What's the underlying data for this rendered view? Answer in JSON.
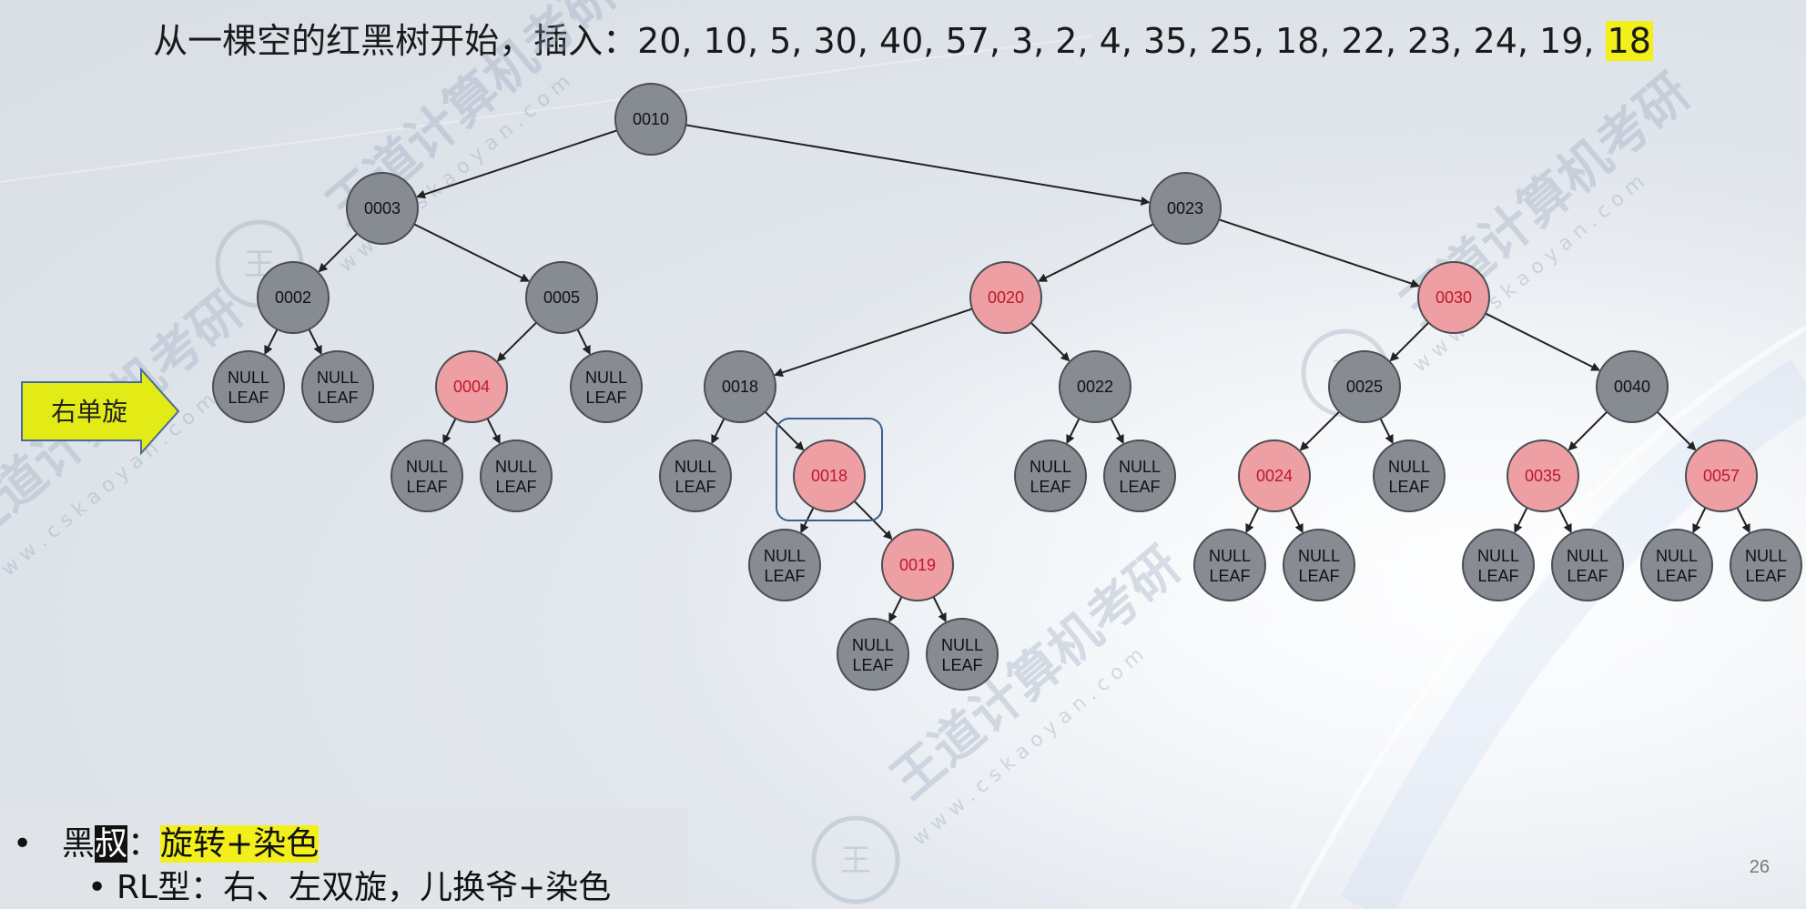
{
  "title": {
    "prefix": "从一棵空的红黑树开始，插入：20, 10, 5, 30, 40, 57, 3, 2, 4, 35, 25, 18, 22, 23, 24, 19, ",
    "highlight": "18"
  },
  "arrow_label": "右单旋",
  "bullets": {
    "b1_prefix": "黑",
    "b1_inverse": "叔",
    "b1_colon": "：",
    "b1_highlight": "旋转+染色",
    "b2_text": "RL型：右、左双旋，儿换爷+染色"
  },
  "page_number": "26",
  "watermark": {
    "brand": "王道计算机考研",
    "url": "w w w . c s k a o y a n . c o m"
  },
  "colors": {
    "black_node": "#878b92",
    "red_node": "#ee9fa3",
    "red_text": "#c0162a",
    "arrow_box": "#e3eb17",
    "highlight": "#f2ef1b",
    "selection": "#3a5f8a"
  },
  "tree": {
    "null_leaf_label": [
      "NULL",
      "LEAF"
    ],
    "nodes": [
      {
        "id": "n10",
        "label": "0010",
        "color": "black"
      },
      {
        "id": "n3",
        "label": "0003",
        "color": "black"
      },
      {
        "id": "n23",
        "label": "0023",
        "color": "black"
      },
      {
        "id": "n2",
        "label": "0002",
        "color": "black"
      },
      {
        "id": "n5",
        "label": "0005",
        "color": "black"
      },
      {
        "id": "n4",
        "label": "0004",
        "color": "red"
      },
      {
        "id": "n20",
        "label": "0020",
        "color": "red"
      },
      {
        "id": "n30",
        "label": "0030",
        "color": "red"
      },
      {
        "id": "n18",
        "label": "0018",
        "color": "black"
      },
      {
        "id": "n22",
        "label": "0022",
        "color": "black"
      },
      {
        "id": "n18b",
        "label": "0018",
        "color": "red",
        "selected": true
      },
      {
        "id": "n19",
        "label": "0019",
        "color": "red"
      },
      {
        "id": "n25",
        "label": "0025",
        "color": "black"
      },
      {
        "id": "n40",
        "label": "0040",
        "color": "black"
      },
      {
        "id": "n24",
        "label": "0024",
        "color": "red"
      },
      {
        "id": "n35",
        "label": "0035",
        "color": "red"
      },
      {
        "id": "n57",
        "label": "0057",
        "color": "red"
      }
    ]
  }
}
